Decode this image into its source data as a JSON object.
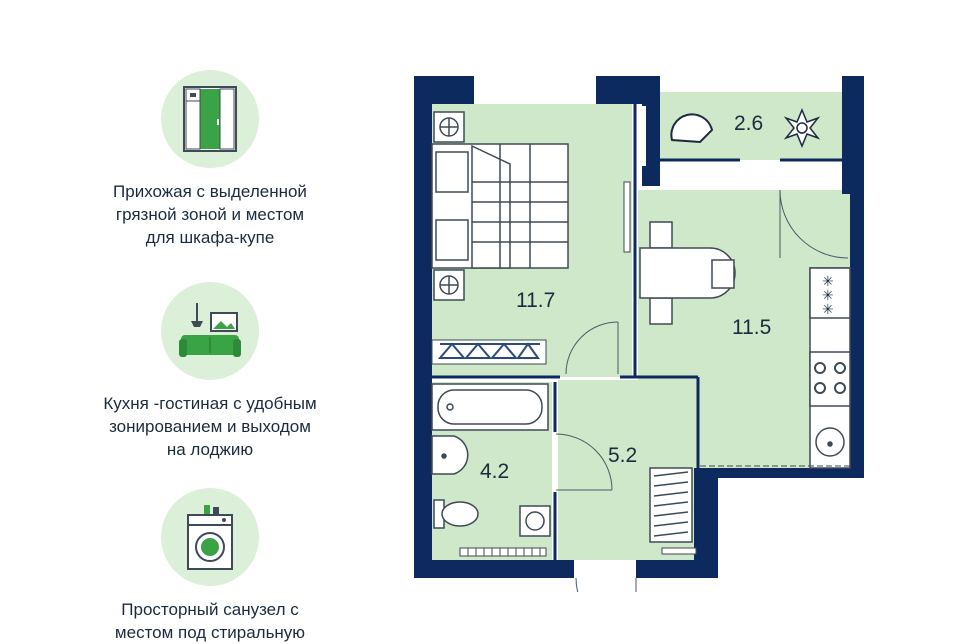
{
  "features": [
    {
      "icon": "wardrobe-icon",
      "caption": "Прихожая с выделенной\nгрязной зоной  и местом\nдля шкафа-купе"
    },
    {
      "icon": "sofa-icon",
      "caption": "Кухня -гостиная с удобным\nзонированием и выходом\nна лоджию"
    },
    {
      "icon": "washing-machine-icon",
      "caption": "Просторный санузел с\nместом под стиральную"
    }
  ],
  "plan": {
    "rooms": {
      "balcony_area": "2.6",
      "bedroom_area": "11.7",
      "kitchen_living_area": "11.5",
      "hall_area": "5.2",
      "bathroom_area": "4.2"
    }
  },
  "colors": {
    "wall": "#0d2a5e",
    "floor": "#cfe8c9",
    "accent_green": "#3aa345",
    "icon_bg": "#dcefd9"
  }
}
